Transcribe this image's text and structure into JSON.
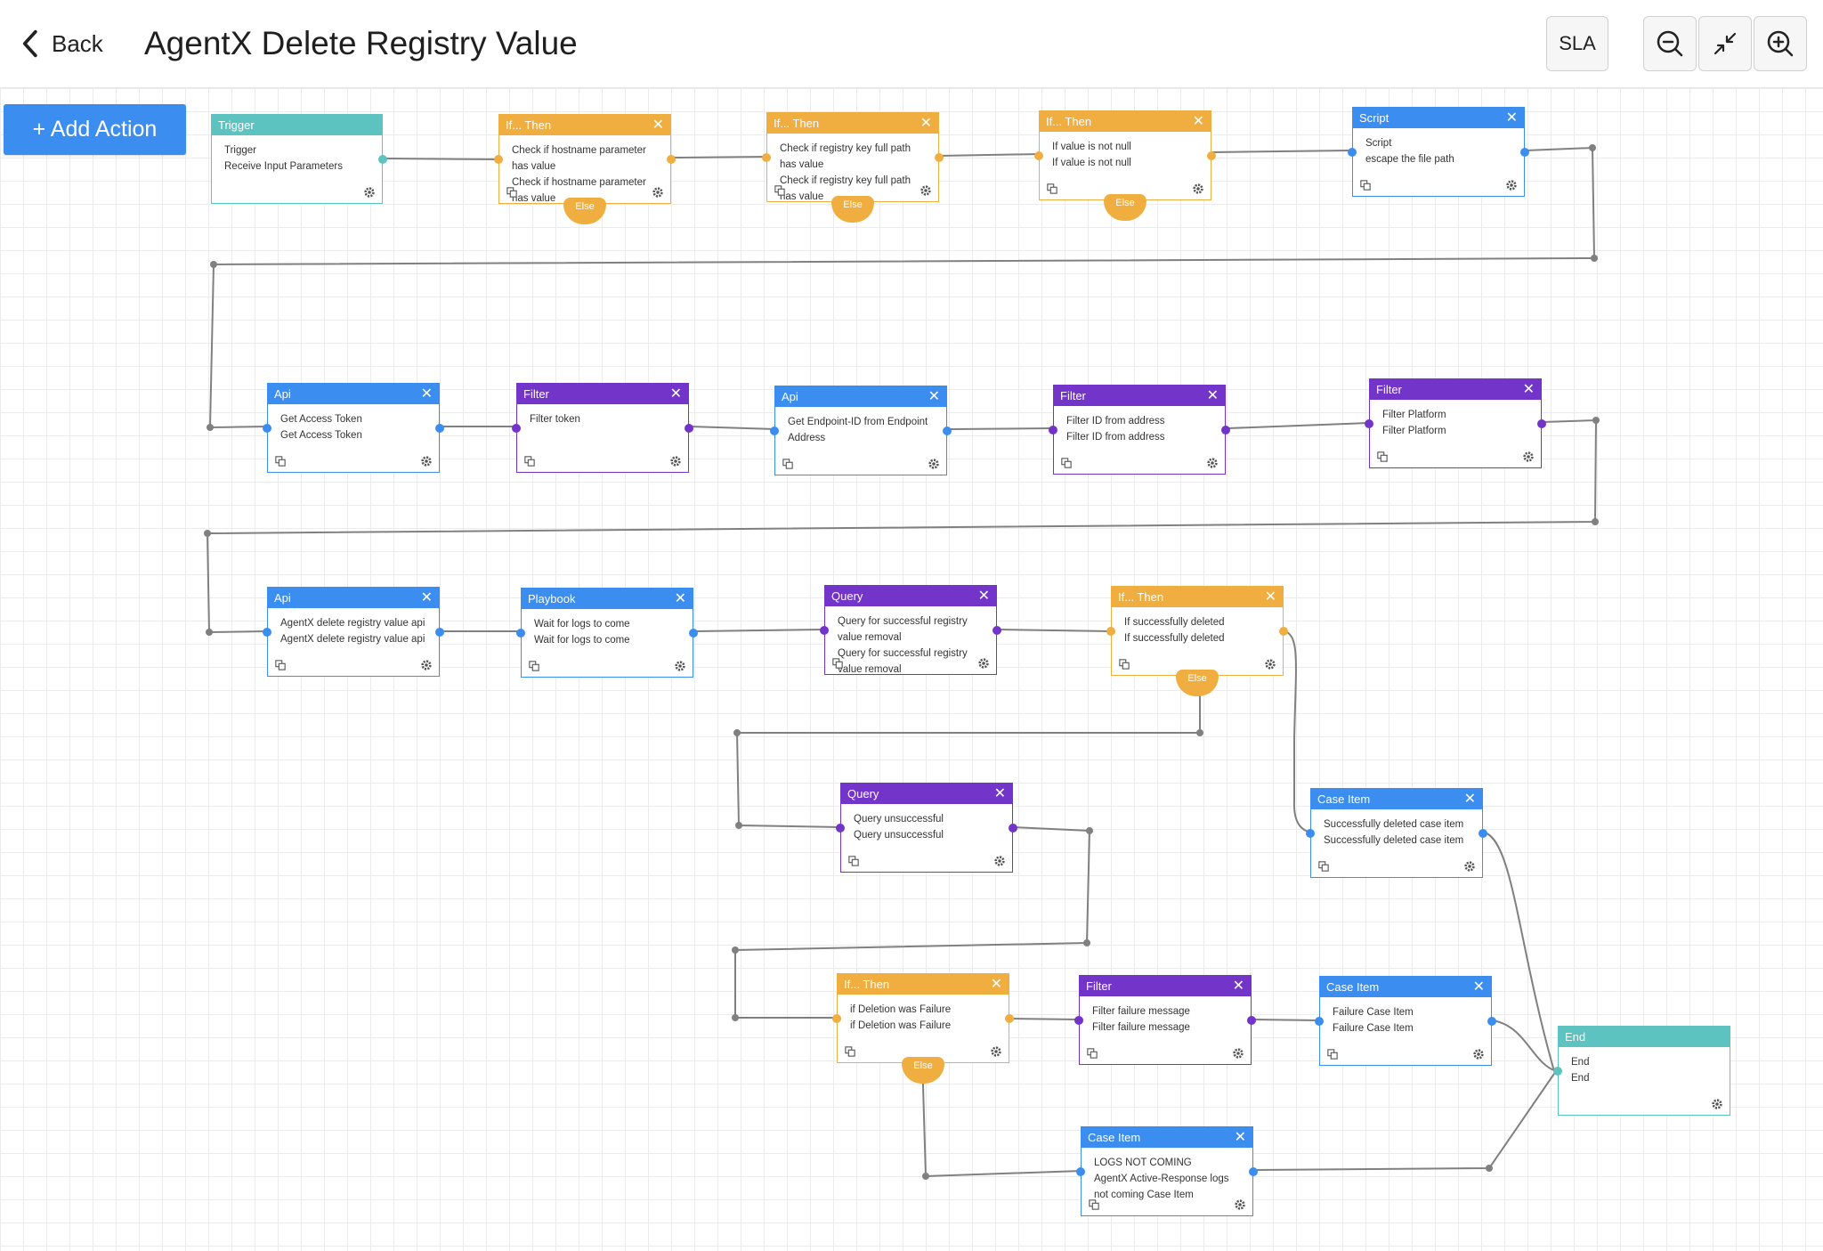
{
  "header": {
    "back_label": "Back",
    "title": "AgentX Delete Registry Value",
    "sla_label": "SLA",
    "zoom_out_icon": "zoom-out-icon",
    "fit_icon": "fit-to-screen-icon",
    "zoom_in_icon": "zoom-in-icon"
  },
  "toolbar": {
    "add_action_label": "+ Add Action"
  },
  "colors": {
    "trigger": "#5cc3c0",
    "if_then": "#f0ad40",
    "api": "#3c8df0",
    "filter": "#7334c9",
    "wire": "#808080"
  },
  "nodes": {
    "trigger": {
      "type": "Trigger",
      "lines": [
        "Trigger",
        "Receive Input Parameters"
      ]
    },
    "if1": {
      "type": "If... Then",
      "lines": [
        "Check if hostname parameter has value",
        "Check if hostname parameter has value"
      ],
      "else_label": "Else"
    },
    "if2": {
      "type": "If... Then",
      "lines": [
        "Check if registry key full path has value",
        "Check if registry key full path has value"
      ],
      "else_label": "Else"
    },
    "if3": {
      "type": "If... Then",
      "lines": [
        "If value is not null",
        "If value is not null"
      ],
      "else_label": "Else"
    },
    "script": {
      "type": "Script",
      "lines": [
        "Script",
        "escape the file path"
      ]
    },
    "api_token": {
      "type": "Api",
      "lines": [
        "Get Access Token",
        "Get Access Token"
      ]
    },
    "filter_token": {
      "type": "Filter",
      "lines": [
        "Filter token"
      ]
    },
    "api_endpoint": {
      "type": "Api",
      "lines": [
        "Get Endpoint-ID from Endpoint Address"
      ]
    },
    "filter_id": {
      "type": "Filter",
      "lines": [
        "Filter ID from address",
        "Filter ID from address"
      ]
    },
    "filter_platform": {
      "type": "Filter",
      "lines": [
        "Filter Platform",
        "Filter Platform"
      ]
    },
    "api_delete": {
      "type": "Api",
      "lines": [
        "AgentX delete registry value api",
        "AgentX delete registry value api"
      ]
    },
    "playbook": {
      "type": "Playbook",
      "lines": [
        "Wait for logs to come",
        "Wait for logs to come"
      ]
    },
    "query_success": {
      "type": "Query",
      "lines": [
        "Query for successful registry value removal",
        "Query for successful registry value removal"
      ]
    },
    "if4": {
      "type": "If... Then",
      "lines": [
        "If successfully deleted",
        "If successfully deleted"
      ],
      "else_label": "Else"
    },
    "query_unsuccess": {
      "type": "Query",
      "lines": [
        "Query unsuccessful",
        "Query unsuccessful"
      ]
    },
    "case_success": {
      "type": "Case Item",
      "lines": [
        "Successfully deleted case item",
        "Successfully deleted case item"
      ]
    },
    "if5": {
      "type": "If... Then",
      "lines": [
        "if Deletion was Failure",
        "if Deletion was Failure"
      ],
      "else_label": "Else"
    },
    "filter_failure": {
      "type": "Filter",
      "lines": [
        "Filter failure message",
        "Filter failure message"
      ]
    },
    "case_failure": {
      "type": "Case Item",
      "lines": [
        "Failure Case Item",
        "Failure Case Item"
      ]
    },
    "end": {
      "type": "End",
      "lines": [
        "End",
        "End"
      ]
    },
    "case_logs": {
      "type": "Case Item",
      "lines": [
        "LOGS NOT COMING",
        "AgentX Active-Response logs not coming Case Item"
      ]
    }
  }
}
